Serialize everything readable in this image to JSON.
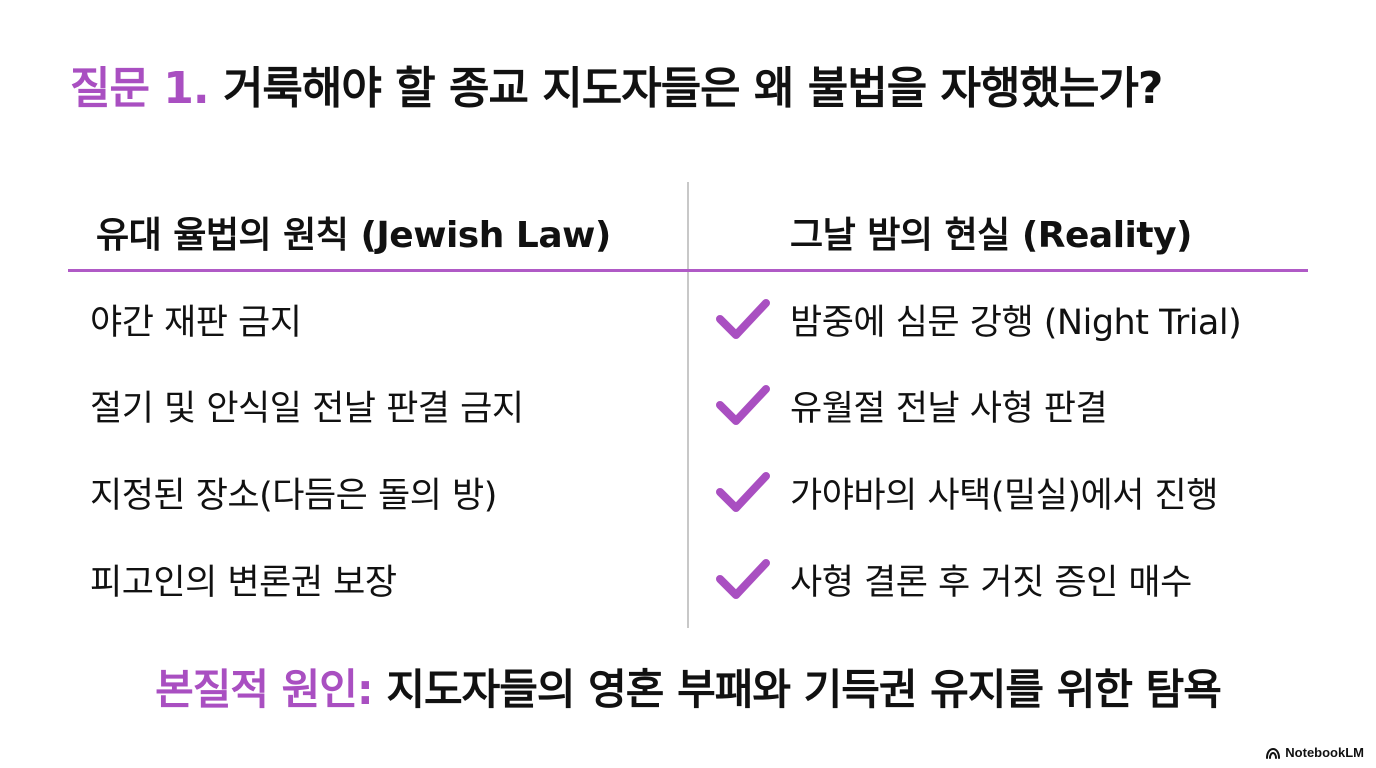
{
  "title": {
    "label": "질문 1.",
    "text": "거룩해야 할 종교 지도자들은 왜 불법을 자행했는가?"
  },
  "table": {
    "left_header": "유대 율법의 원칙 (Jewish Law)",
    "right_header": "그날 밤의 현실 (Reality)",
    "rows": [
      {
        "law": "야간 재판 금지",
        "reality": "밤중에 심문 강행 (Night Trial)"
      },
      {
        "law": "절기 및 안식일 전날 판결 금지",
        "reality": "유월절 전날 사형 판결"
      },
      {
        "law": "지정된 장소(다듬은 돌의 방)",
        "reality": "가야바의 사택(밀실)에서 진행"
      },
      {
        "law": "피고인의 변론권 보장",
        "reality": "사형 결론 후 거짓 증인 매수"
      }
    ]
  },
  "conclusion": {
    "label": "본질적 원인:",
    "text": "지도자들의 영혼 부패와 기득권 유지를 위한 탐욕"
  },
  "brand": {
    "name": "NotebookLM",
    "icon": "notebooklm-logo-icon"
  },
  "colors": {
    "accent": "#a94fc1",
    "divider": "#b05ac6",
    "text": "#111111"
  },
  "icons": {
    "row_marker": "checkmark-icon"
  }
}
